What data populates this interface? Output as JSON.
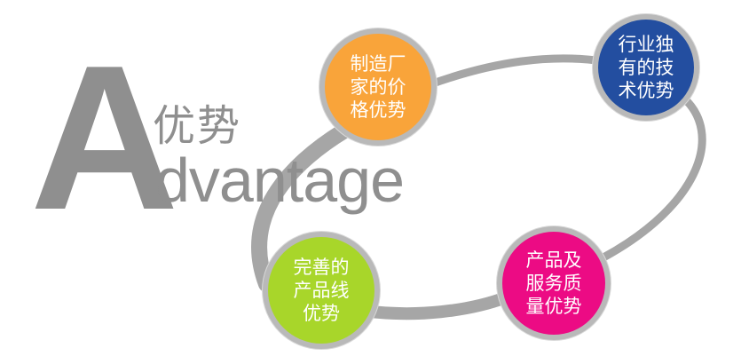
{
  "title": {
    "letter": "A",
    "chinese": "优势",
    "english_rest": "dvantage"
  },
  "nodes": [
    {
      "id": "manufacturer-price",
      "text": "制造厂\n家的价\n格优势",
      "color": "#f9a43a"
    },
    {
      "id": "unique-technology",
      "text": "行业独\n有的技\n术优势",
      "color": "#234ea0"
    },
    {
      "id": "product-line",
      "text": "完善的\n产品线\n优势",
      "color": "#a8d62a"
    },
    {
      "id": "product-service-quality",
      "text": "产品及\n服务质\n量优势",
      "color": "#ec0b84"
    }
  ],
  "colors": {
    "title_gray": "#8f8f8f",
    "ring_gray": "#a3a3a3",
    "ring_border": "#b9b9b9"
  }
}
